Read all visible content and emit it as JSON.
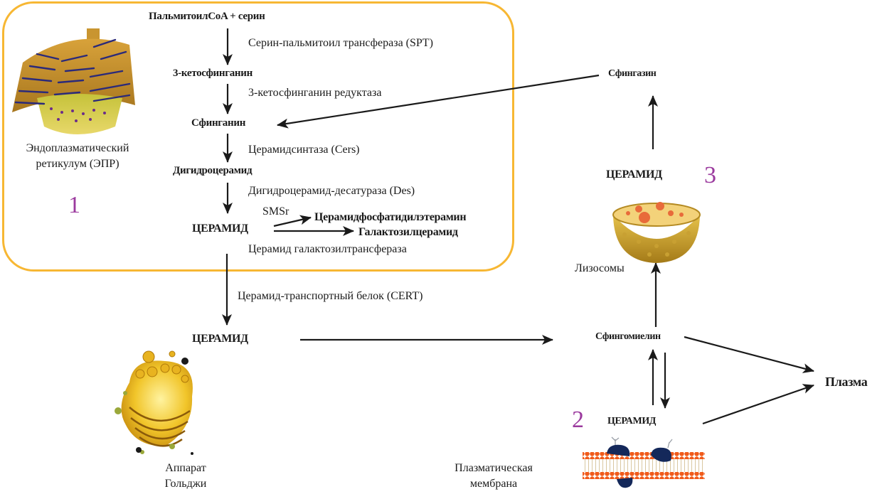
{
  "diagram": {
    "title": "Ceramide metabolism pathways",
    "compartments": {
      "er": {
        "label_line1": "Эндоплазматический",
        "label_line2": "ретикулум (ЭПР)",
        "number": "1"
      },
      "golgi": {
        "label_line1": "Аппарат",
        "label_line2": "Гольджи"
      },
      "membrane": {
        "label_line1": "Плазматическая",
        "label_line2": "мембрана",
        "number": "2"
      },
      "lysosome": {
        "label": "Лизосомы",
        "number": "3"
      }
    },
    "nodes": {
      "palmitoyl": "ПальмитоилCoA + серин",
      "ketosphinganine": "3-кетосфинганин",
      "sphinganine": "Сфинганин",
      "dihydroceramide": "Дигидроцерамид",
      "ceramide_er": "ЦЕРАМИД",
      "cpe": "Церамидфосфатидилэтерамин",
      "galcer": "Галактозилцерамид",
      "ceramide_golgi": "ЦЕРАМИД",
      "sphingomyelin": "Сфингомиелин",
      "ceramide_membrane": "ЦЕРАМИД",
      "ceramide_lysosome": "ЦЕРАМИД",
      "sphingosine": "Сфингазин",
      "plasma": "Плазма"
    },
    "enzymes": {
      "spt": "Серин-пальмитоил трансфераза (SPT)",
      "ksr": "3-кетосфинганин редуктаза",
      "cers": "Церамидсинтаза (Cers)",
      "des": "Дигидроцерамид-десатураза (Des)",
      "smsr": "SMSr",
      "cgt": "Церамид галактозилтрансфераза",
      "cert": "Церамид-транспортный белок (CERT)"
    },
    "colors": {
      "er_border": "#f7b733",
      "number": "#9b3a9e",
      "arrow": "#1a1a1a"
    }
  }
}
